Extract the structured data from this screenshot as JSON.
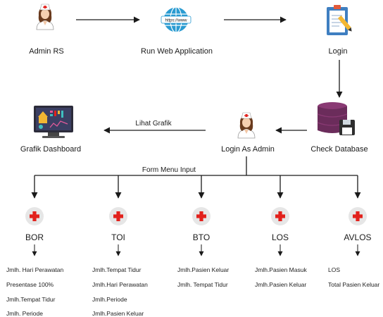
{
  "nodes": {
    "admin_rs": "Admin RS",
    "run_web_app": "Run Web Application",
    "login": "Login",
    "check_database": "Check Database",
    "login_as_admin": "Login As Admin",
    "grafik_dashboard": "Grafik Dashboard"
  },
  "icons": {
    "admin_rs": "nurse-icon",
    "run_web_app": "globe-www-icon",
    "login": "clipboard-pen-icon",
    "check_database": "database-floppy-icon",
    "login_as_admin": "nurse-icon",
    "grafik_dashboard": "monitor-chart-icon",
    "category": "medical-cross-icon"
  },
  "globe_text": "https://www",
  "edges": {
    "lihat_grafik": "Lihat Grafik",
    "form_menu_input": "Form Menu Input"
  },
  "categories": [
    {
      "label": "BOR",
      "items": [
        "Jmlh. Hari Perawatan",
        "Presentase 100%",
        "Jmlh.Tempat Tidur",
        "Jmlh. Periode"
      ]
    },
    {
      "label": "TOI",
      "items": [
        "Jmlh.Tempat Tidur",
        "Jmlh.Hari Perawatan",
        "Jmlh.Periode",
        "Jmlh.Pasien Keluar"
      ]
    },
    {
      "label": "BTO",
      "items": [
        "Jmlh.Pasien Keluar",
        "Jmlh. Tempat Tidur"
      ]
    },
    {
      "label": "LOS",
      "items": [
        "Jmlh.Pasien Masuk",
        "Jmlh.Pasien Keluar"
      ]
    },
    {
      "label": "AVLOS",
      "items": [
        "LOS",
        "Total Pasien Keluar"
      ]
    }
  ],
  "colors": {
    "line": "#1a1a1a",
    "cross": "#e2211c",
    "cross_bg": "#e6e6e6",
    "globe": "#2a9bd1",
    "clipboard": "#3f7fc1",
    "database": "#6b2c5b",
    "floppy": "#2e2e2e"
  }
}
